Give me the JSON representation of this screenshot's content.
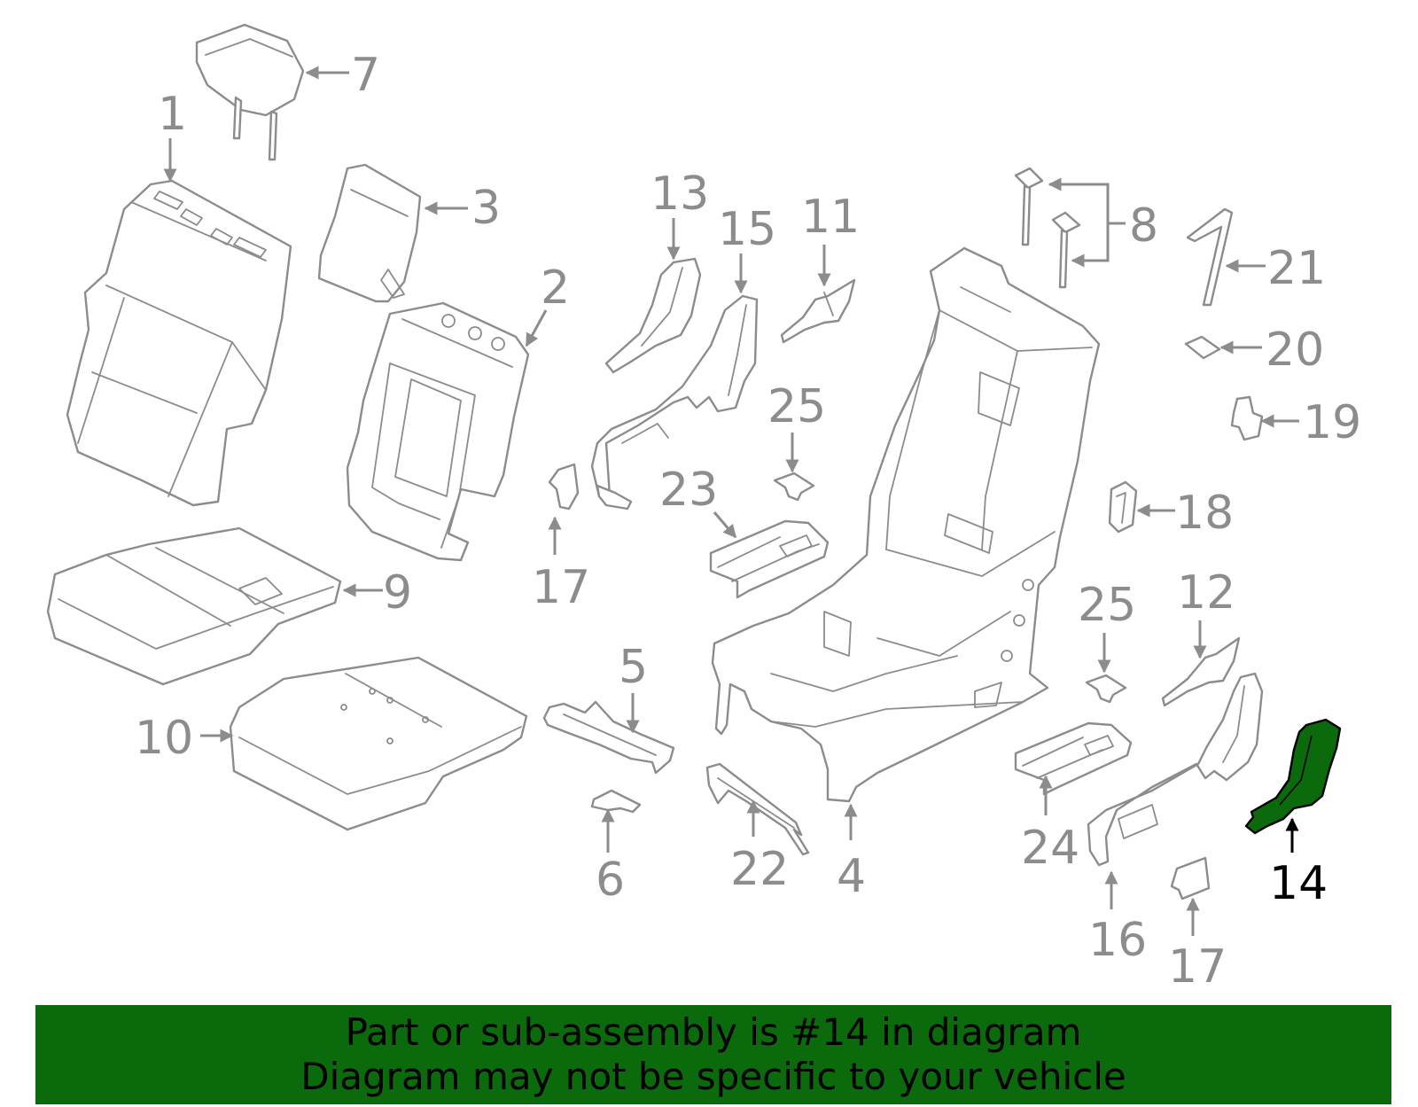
{
  "highlight": {
    "part": "14",
    "color": "#0b6a0b"
  },
  "callouts": {
    "c1": "1",
    "c2": "2",
    "c3": "3",
    "c4": "4",
    "c5": "5",
    "c6": "6",
    "c7": "7",
    "c8": "8",
    "c9": "9",
    "c10": "10",
    "c11": "11",
    "c12": "12",
    "c13": "13",
    "c14": "14",
    "c15": "15",
    "c16": "16",
    "c17a": "17",
    "c17b": "17",
    "c18": "18",
    "c19": "19",
    "c20": "20",
    "c21": "21",
    "c22": "22",
    "c23": "23",
    "c24": "24",
    "c25a": "25",
    "c25b": "25"
  },
  "banner": {
    "line1": "Part or sub-assembly is #14 in diagram",
    "line2": "Diagram may not be specific to your vehicle",
    "background": "#0b6a0b"
  }
}
